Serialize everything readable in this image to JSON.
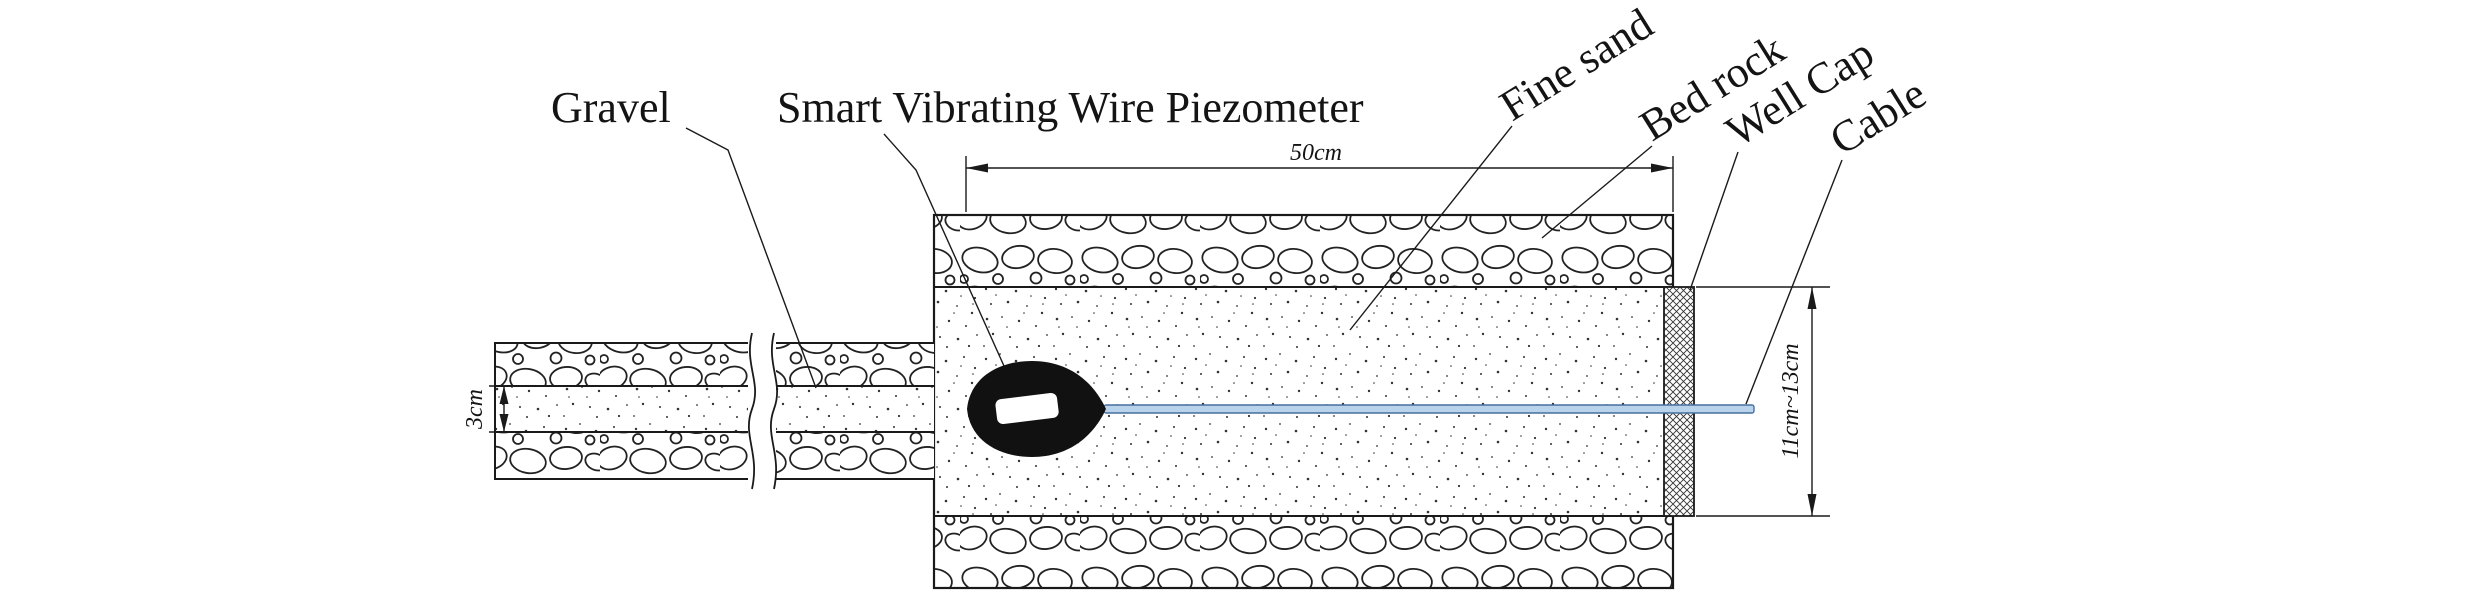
{
  "labels": {
    "gravel": "Gravel",
    "piezometer": "Smart Vibrating Wire Piezometer",
    "fine_sand": "Fine sand",
    "bed_rock": "Bed rock",
    "well_cap": "Well Cap",
    "cable": "Cable"
  },
  "dimensions": {
    "width_top": "50cm",
    "pipe_bore": "3cm",
    "cap_height": "11cm~13cm"
  },
  "colors": {
    "line": "#1a1a1a",
    "cable_fill": "#b9d3ec",
    "cable_stroke": "#46709e",
    "background": "#ffffff"
  }
}
